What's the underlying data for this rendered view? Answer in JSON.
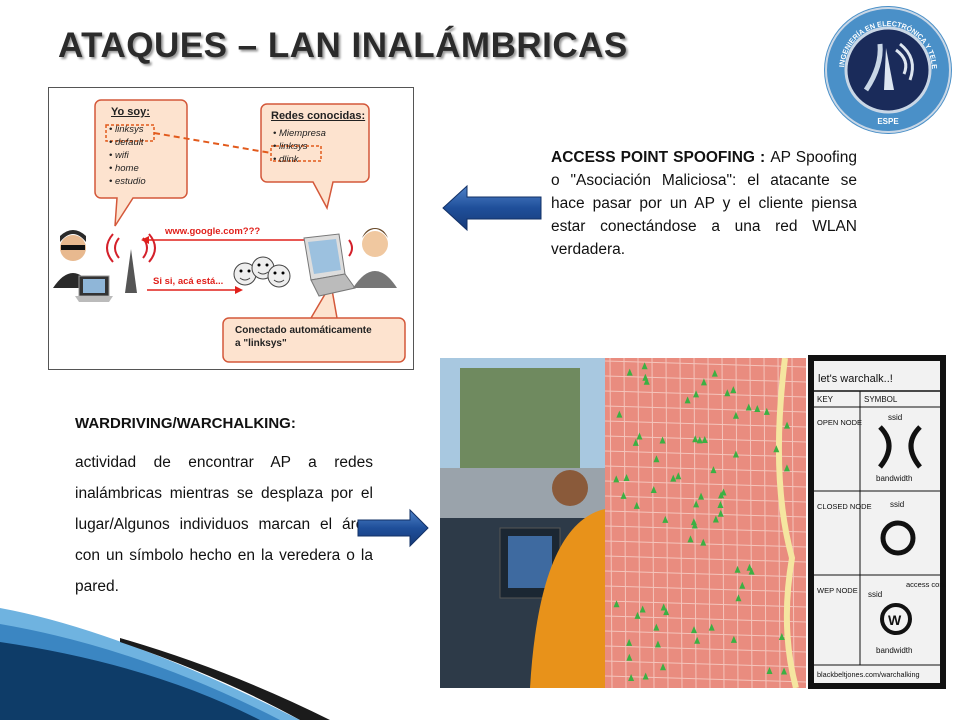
{
  "slide": {
    "title": "ATAQUES – LAN INALÁMBRICAS"
  },
  "logo": {
    "top_text": "INGENIERÍA EN ELECTRÓNICA Y TELECOMUNICACIONES",
    "bottom_text": "ESPE",
    "colors": {
      "outer": "#4a90c8",
      "inner": "#1a2b5a",
      "ring": "#c9d7e6"
    }
  },
  "access_point_spoofing": {
    "heading": "ACCESS POINT SPOOFING : ",
    "body": "AP Spoofing o \"Asociación Maliciosa\": el atacante se hace pasar por un AP y el cliente piensa estar conectándose a una red WLAN verdadera."
  },
  "diagram": {
    "attacker_bubble": {
      "title": "Yo soy:",
      "items": [
        "linksys",
        "default",
        "wifi",
        "home",
        "estudio"
      ]
    },
    "client_bubble": {
      "title": "Redes conocidas:",
      "items": [
        "Miempresa",
        "linksys",
        "dlink"
      ]
    },
    "probe_text": "www.google.com???",
    "reply_text": "Si si, acá está...",
    "auto_bubble": {
      "line1": "Conectado automáticamente",
      "line2": "a \"linksys\""
    }
  },
  "wardriving": {
    "heading": "WARDRIVING/WARCHALKING:",
    "body": "actividad de encontrar AP a redes inalámbricas mientras se desplaza por el lugar/Algunos individuos marcan el área con un símbolo hecho en la veredera o la pared."
  },
  "warchalk_card": {
    "title": "let's warchalk..!",
    "key_header": "KEY",
    "symbol_header": "SYMBOL",
    "rows": [
      {
        "key": "OPEN NODE",
        "label_top": "ssid",
        "label_bottom": "bandwidth"
      },
      {
        "key": "CLOSED NODE",
        "label_top": "ssid",
        "label_bottom": ""
      },
      {
        "key": "WEP NODE",
        "label_top": "ssid",
        "label_extra": "access contact",
        "label_bottom": "bandwidth"
      }
    ],
    "footer": "blackbeltjones.com/warchalking"
  },
  "colors": {
    "arrow": "#1f4f9a",
    "bubble_fill": "#fde3cf",
    "bubble_stroke": "#d4583a",
    "dashed": "#e25a1c",
    "red_text": "#e0201b",
    "map_base": "#e98c7f",
    "map_marker": "#3cb043",
    "swoosh_dark": "#0e3c68",
    "swoosh_light": "#6fb3e0"
  }
}
